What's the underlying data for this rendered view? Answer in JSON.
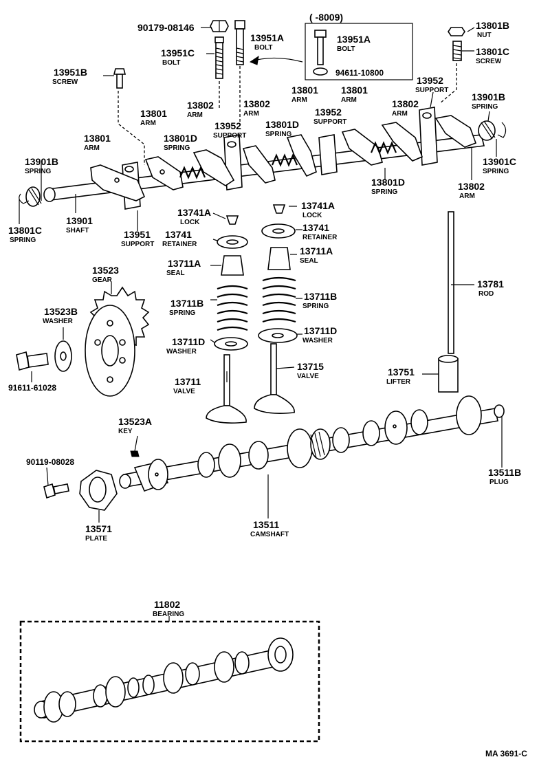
{
  "parts": [
    {
      "key": "p90179_08146",
      "number": "90179-08146",
      "name": ""
    },
    {
      "key": "p13951A_top",
      "number": "13951A",
      "name": "BOLT"
    },
    {
      "key": "p13951C",
      "number": "13951C",
      "name": "BOLT"
    },
    {
      "key": "range",
      "number": "(        -8009)",
      "name": ""
    },
    {
      "key": "p13951A_box",
      "number": "13951A",
      "name": "BOLT"
    },
    {
      "key": "p94611",
      "number": "94611-10800",
      "name": ""
    },
    {
      "key": "p13801B",
      "number": "13801B",
      "name": "NUT"
    },
    {
      "key": "p13801C",
      "number": "13801C",
      "name": "SCREW"
    },
    {
      "key": "p13951B",
      "number": "13951B",
      "name": "SCREW"
    },
    {
      "key": "p13952_r",
      "number": "13952",
      "name": "SUPPORT"
    },
    {
      "key": "p13901B_r",
      "number": "13901B",
      "name": "SPRING"
    },
    {
      "key": "p13801_a",
      "number": "13801",
      "name": "ARM"
    },
    {
      "key": "p13801_b",
      "number": "13801",
      "name": "ARM"
    },
    {
      "key": "p13802_a",
      "number": "13802",
      "name": "ARM"
    },
    {
      "key": "p13802_b",
      "number": "13802",
      "name": "ARM"
    },
    {
      "key": "p13802_c",
      "number": "13802",
      "name": "ARM"
    },
    {
      "key": "p13801_c",
      "number": "13801",
      "name": "ARM"
    },
    {
      "key": "p13801_d",
      "number": "13801",
      "name": "ARM"
    },
    {
      "key": "p13952_c",
      "number": "13952",
      "name": "SUPPORT"
    },
    {
      "key": "p13952_m",
      "number": "13952",
      "name": "SUPPORT"
    },
    {
      "key": "p13801D_a",
      "number": "13801D",
      "name": "SPRING"
    },
    {
      "key": "p13801D_b",
      "number": "13801D",
      "name": "SPRING"
    },
    {
      "key": "p13801D_c",
      "number": "13801D",
      "name": "SPRING"
    },
    {
      "key": "p13901B_l",
      "number": "13901B",
      "name": "SPRING"
    },
    {
      "key": "p13901C_r",
      "number": "13901C",
      "name": "SPRING"
    },
    {
      "key": "p13802_d",
      "number": "13802",
      "name": "ARM"
    },
    {
      "key": "p13801C_l",
      "number": "13801C",
      "name": "SPRING"
    },
    {
      "key": "p13901",
      "number": "13901",
      "name": "SHAFT"
    },
    {
      "key": "p13951",
      "number": "13951",
      "name": "SUPPORT"
    },
    {
      "key": "p13741A_l",
      "number": "13741A",
      "name": "LOCK"
    },
    {
      "key": "p13741A_r",
      "number": "13741A",
      "name": "LOCK"
    },
    {
      "key": "p13741_l",
      "number": "13741",
      "name": "RETAINER"
    },
    {
      "key": "p13741_r",
      "number": "13741",
      "name": "RETAINER"
    },
    {
      "key": "p13711A_l",
      "number": "13711A",
      "name": "SEAL"
    },
    {
      "key": "p13711A_r",
      "number": "13711A",
      "name": "SEAL"
    },
    {
      "key": "p13523",
      "number": "13523",
      "name": "GEAR"
    },
    {
      "key": "p13523B",
      "number": "13523B",
      "name": "WASHER"
    },
    {
      "key": "p13711B_l",
      "number": "13711B",
      "name": "SPRING"
    },
    {
      "key": "p13711B_r",
      "number": "13711B",
      "name": "SPRING"
    },
    {
      "key": "p13781",
      "number": "13781",
      "name": "ROD"
    },
    {
      "key": "p13711D_l",
      "number": "13711D",
      "name": "WASHER"
    },
    {
      "key": "p13711D_r",
      "number": "13711D",
      "name": "WASHER"
    },
    {
      "key": "p91611",
      "number": "91611-61028",
      "name": ""
    },
    {
      "key": "p13715",
      "number": "13715",
      "name": "VALVE"
    },
    {
      "key": "p13751",
      "number": "13751",
      "name": "LIFTER"
    },
    {
      "key": "p13711",
      "number": "13711",
      "name": "VALVE"
    },
    {
      "key": "p13523A",
      "number": "13523A",
      "name": "KEY"
    },
    {
      "key": "p90119",
      "number": "90119-08028",
      "name": ""
    },
    {
      "key": "p13511B",
      "number": "13511B",
      "name": "PLUG"
    },
    {
      "key": "p13571",
      "number": "13571",
      "name": "PLATE"
    },
    {
      "key": "p13511",
      "number": "13511",
      "name": "CAMSHAFT"
    },
    {
      "key": "p11802",
      "number": "11802",
      "name": "BEARING"
    }
  ],
  "footer_code": "MA  3691-C"
}
